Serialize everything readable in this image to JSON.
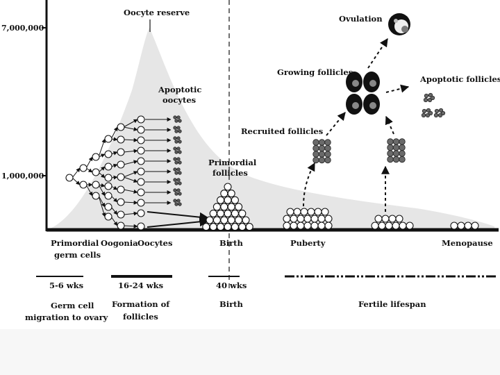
{
  "y_axis": {
    "tick_top": "7,000,000",
    "tick_mid": "1,000,000"
  },
  "curve_label": "Oocyte reserve",
  "labels": {
    "apoptotic_oocytes_1": "Apoptotic",
    "apoptotic_oocytes_2": "oocytes",
    "primordial_follicles_1": "Primordial",
    "primordial_follicles_2": "follicles",
    "recruited_follicles": "Recruited follicles",
    "growing_follicles": "Growing follicles",
    "ovulation": "Ovulation",
    "apoptotic_follicles": "Apoptotic follicles"
  },
  "stages": {
    "primordial_germ_cells_1": "Primordial",
    "primordial_germ_cells_2": "germ cells",
    "oogonia": "Oogonia",
    "oocytes": "Oocytes",
    "birth": "Birth",
    "puberty": "Puberty",
    "menopause": "Menopause"
  },
  "timeline": {
    "t1": "5-6 wks",
    "t2": "16-24 wks",
    "t3": "40 wks"
  },
  "events": {
    "germ_cell_migration_1": "Germ cell",
    "germ_cell_migration_2": "migration to ovary",
    "formation_1": "Formation of",
    "formation_2": "follicles",
    "birth": "Birth",
    "fertile_lifespan": "Fertile lifespan"
  },
  "colors": {
    "curve_fill": "#e6e6e6",
    "ink": "#111111",
    "follicle_gray": "#6a6a6a"
  }
}
